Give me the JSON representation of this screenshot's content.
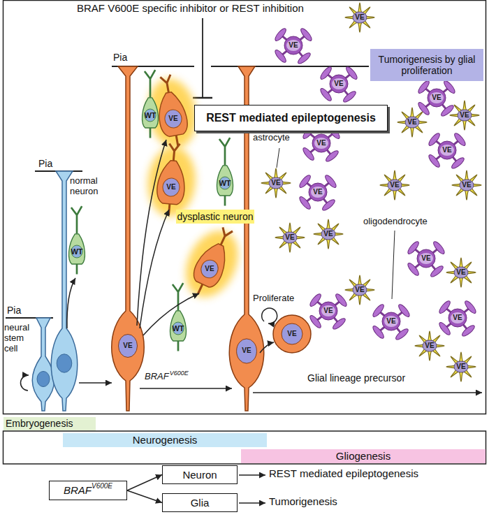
{
  "diagram": {
    "nodes": [
      {
        "text": [
          "REST mediated epileptogenesis"
        ]
      },
      {
        "text": [
          "Tumorigenesis by glial proliferation"
        ]
      },
      {
        "text": [
          "dysplastic neuron"
        ]
      },
      {
        "text": [
          "Embryogenesis"
        ]
      },
      {
        "text": [
          "Neurogenesis"
        ]
      },
      {
        "text": [
          "Gliogenesis"
        ]
      },
      {
        "text": [
          "BRAF",
          "V600E"
        ]
      },
      {
        "text": [
          "Neuron"
        ]
      },
      {
        "text": [
          "Glia"
        ]
      }
    ],
    "edges": [
      {
        "from": 6,
        "to": 7,
        "arrow": "to"
      },
      {
        "from": 6,
        "to": 8,
        "arrow": "to"
      }
    ],
    "labels": [
      "BRAF V600E specific inhibitor or REST inhibition",
      "Pia",
      "Pia",
      "Pia",
      "neural stem cell",
      "normal neuron",
      "astrocyte",
      "oligodendrocyte",
      "Proliferate",
      "Glial lineage precursor",
      "BRAF",
      "V600E",
      "REST mediated epileptogenesis",
      "Tumorigenesis",
      "WT",
      "WT",
      "WT",
      "WT",
      "VE",
      "VE",
      "VE",
      "VE",
      "VE",
      "VE",
      "VE",
      "VE",
      "VE",
      "VE",
      "VE",
      "VE",
      "VE",
      "VE",
      "VE",
      "VE",
      "VE",
      "VE",
      "VE",
      "VE",
      "VE",
      "VE",
      "VE",
      "VE",
      "VE",
      "VE",
      "VE",
      "VE"
    ]
  }
}
